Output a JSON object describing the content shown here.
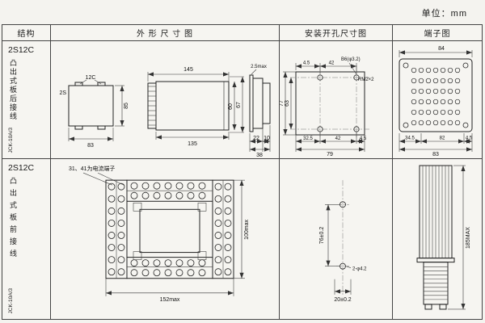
{
  "page": {
    "unit_label": "单位：mm"
  },
  "headers": {
    "structure": "结构",
    "outline": "外 形 尺 寸 图",
    "mounting": "安装开孔尺寸图",
    "terminal": "端子图"
  },
  "row1": {
    "model": "2S12C",
    "mount_type": "凸出式板后接线",
    "part_no": "JCK-10A/3",
    "outline": {
      "top_label": "12C",
      "side_label": "2S",
      "top_width": "83",
      "top_height": "85",
      "front_width": "145",
      "front_width_inner": "135",
      "front_height_outer": "67",
      "front_height_inner": "60",
      "panel_thickness": "2.5max",
      "depth_body": "22",
      "depth_terminal": "10",
      "depth_total": "38"
    },
    "mounting": {
      "offset_top": "4.5",
      "pitch_top": "42",
      "hole_spec": "B6(φ3.2)",
      "screw_spec": "RM2×2",
      "height_total": "77",
      "height_pitch": "63",
      "offset_left": "32.5",
      "pitch_bottom": "42",
      "offset_right": "4.5",
      "width_total": "79"
    },
    "terminal": {
      "width_top": "84",
      "dim_a": "34.5",
      "dim_b": "82",
      "dim_c": "4.5",
      "width_bottom": "83"
    }
  },
  "row2": {
    "model": "2S12C",
    "mount_type": "凸出式板前接线",
    "part_no": "JCK-10A/3",
    "outline": {
      "note": "31、41为电流端子",
      "height": "100max",
      "width": "152max"
    },
    "mounting": {
      "pitch_vertical": "76±0.2",
      "hole_spec": "2-φ4.2",
      "pitch_horizontal": "20±0.2"
    },
    "terminal": {
      "height": "185MAX"
    }
  }
}
